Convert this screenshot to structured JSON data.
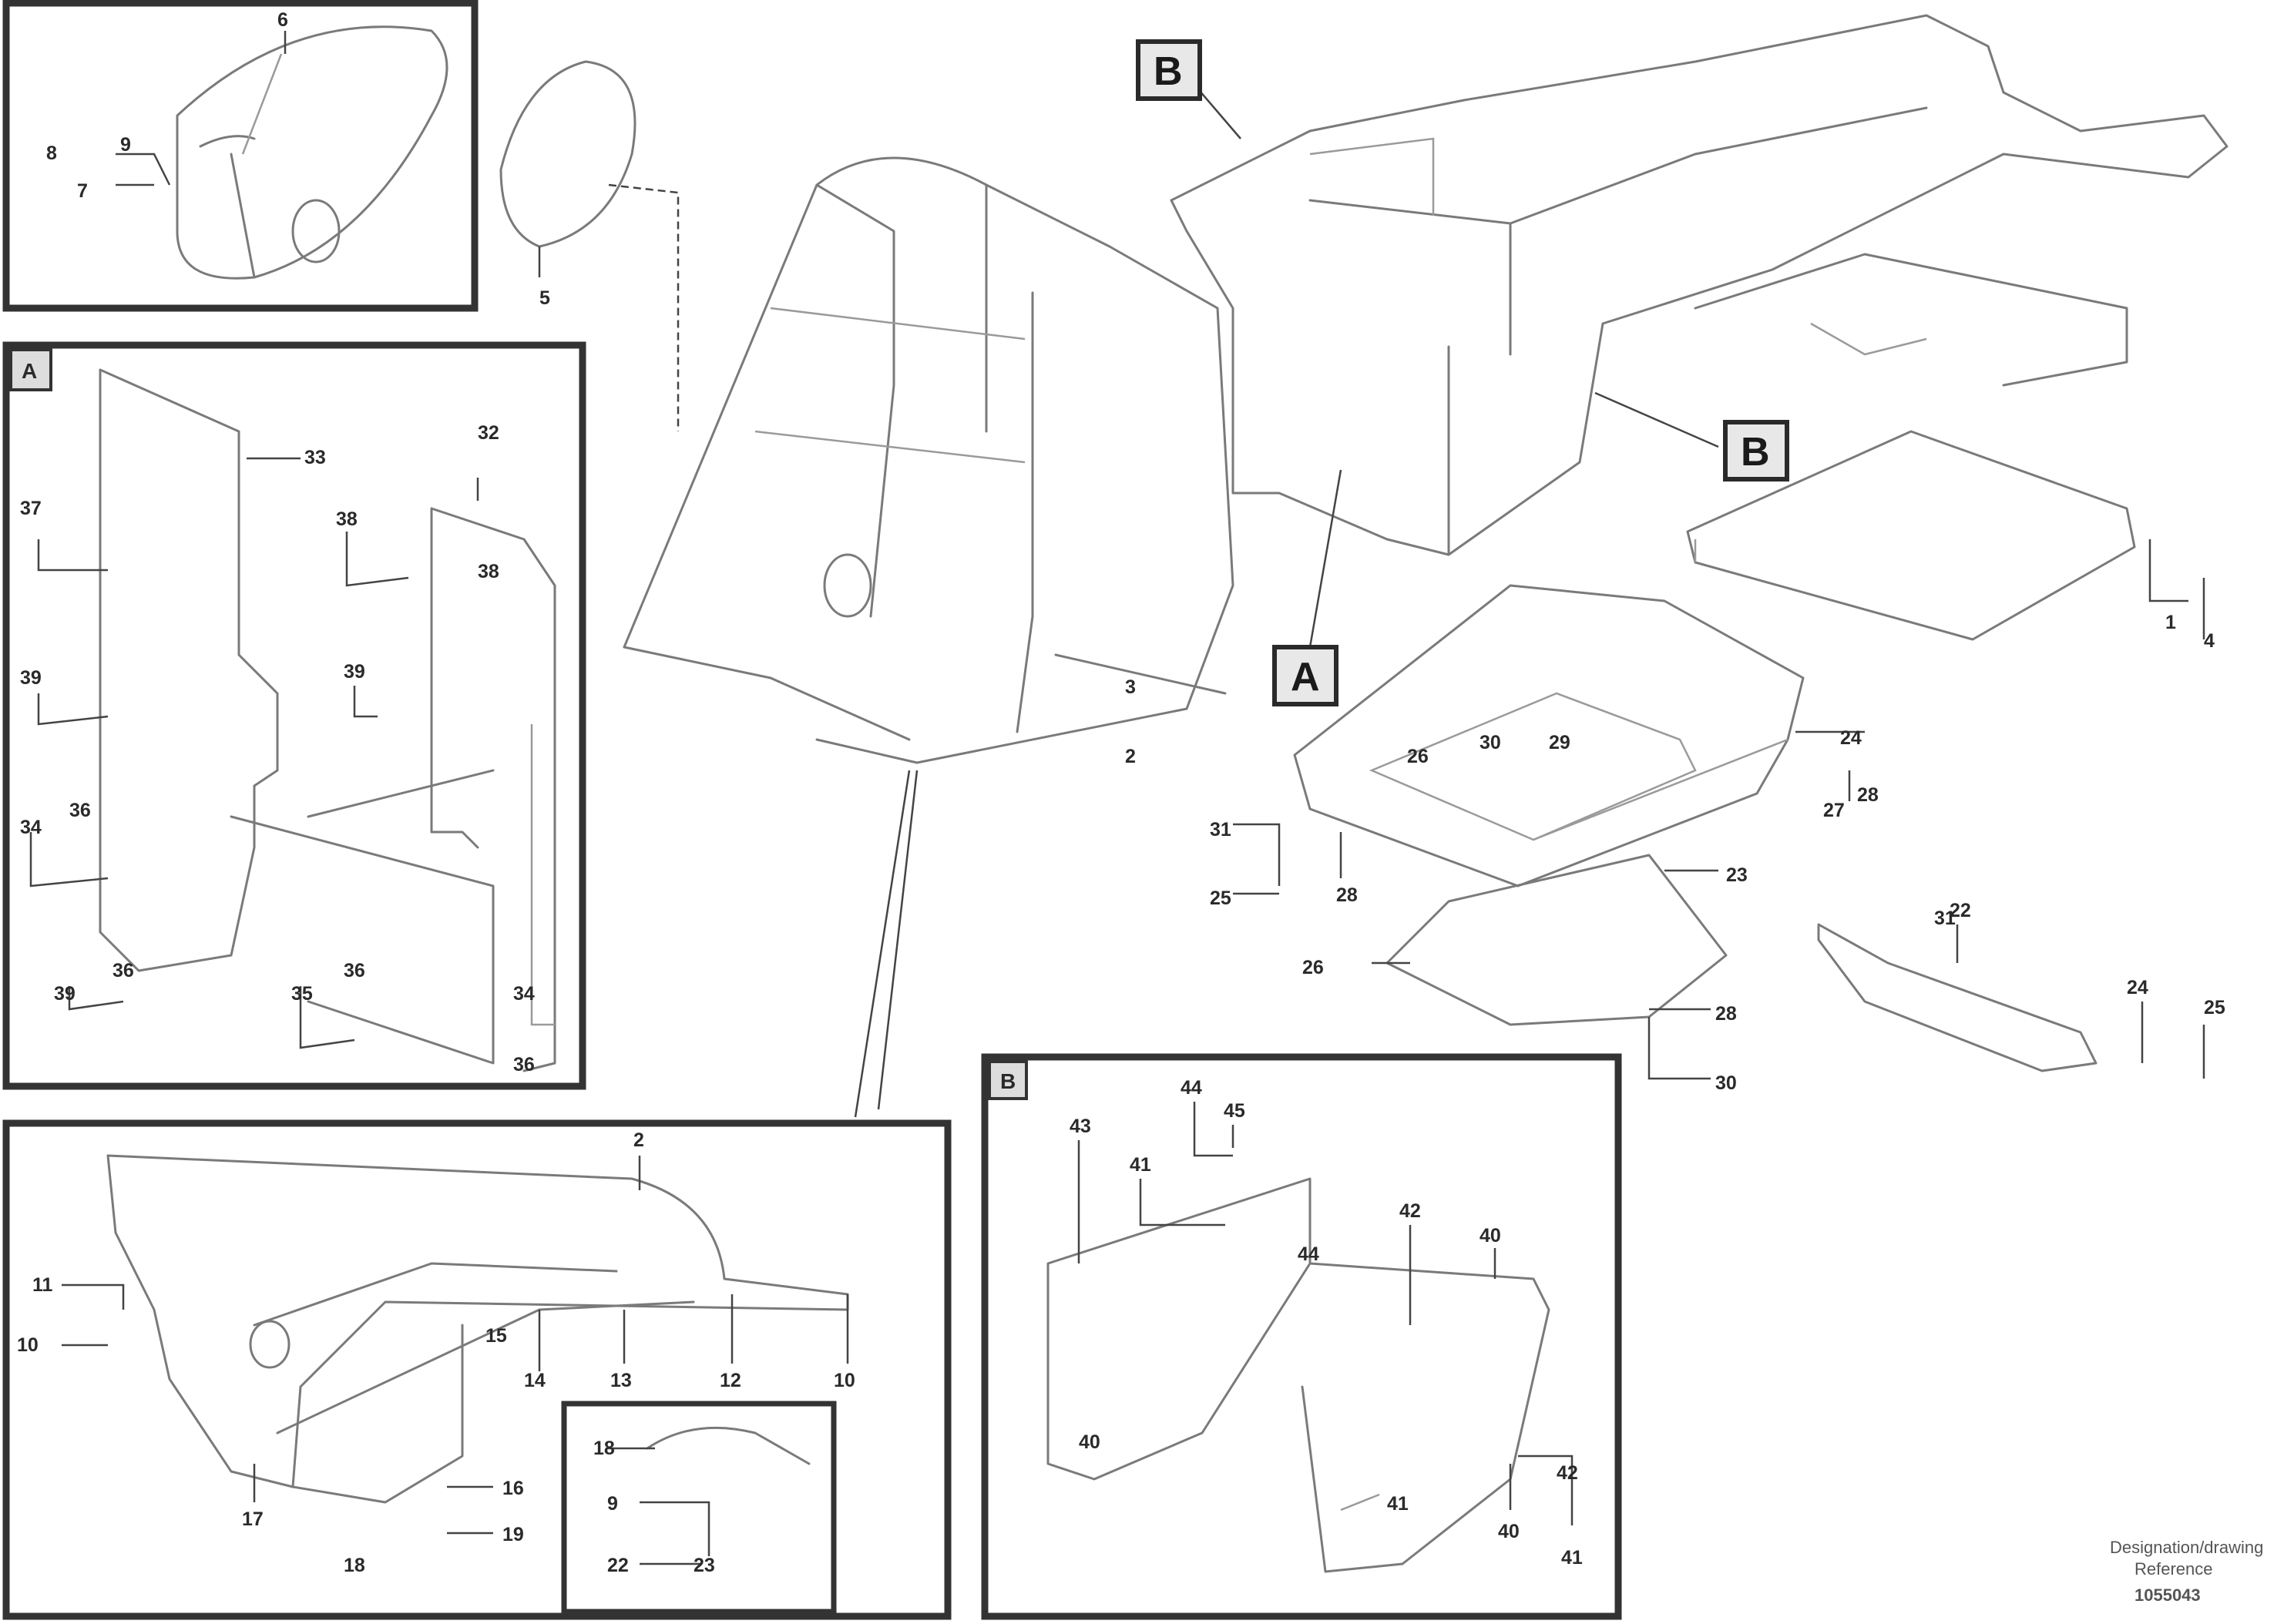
{
  "callouts": {
    "B_top": "B",
    "B_right": "B",
    "A_main": "A"
  },
  "detail_tags": {
    "A": "A",
    "B": "B"
  },
  "part_numbers": {
    "inset1": [
      "6",
      "8",
      "9",
      "7",
      "5"
    ],
    "detailA": [
      "33",
      "32",
      "37",
      "38",
      "38",
      "39",
      "39",
      "34",
      "36",
      "39",
      "36",
      "35",
      "36",
      "34",
      "36"
    ],
    "bottom": [
      "2",
      "11",
      "10",
      "15",
      "14",
      "13",
      "12",
      "10",
      "17",
      "16",
      "18",
      "19",
      "18",
      "9",
      "22",
      "23"
    ],
    "main": [
      "1",
      "4",
      "24",
      "27",
      "28",
      "26",
      "30",
      "29",
      "31",
      "25",
      "28",
      "23",
      "26",
      "28",
      "30",
      "31",
      "22",
      "24",
      "25",
      "3",
      "2"
    ],
    "detailB": [
      "43",
      "44",
      "45",
      "41",
      "42",
      "44",
      "40",
      "42",
      "40",
      "41",
      "41",
      "40"
    ]
  },
  "reference": {
    "line1": "Designation/drawing",
    "line2": "Reference",
    "code": "1055043"
  }
}
